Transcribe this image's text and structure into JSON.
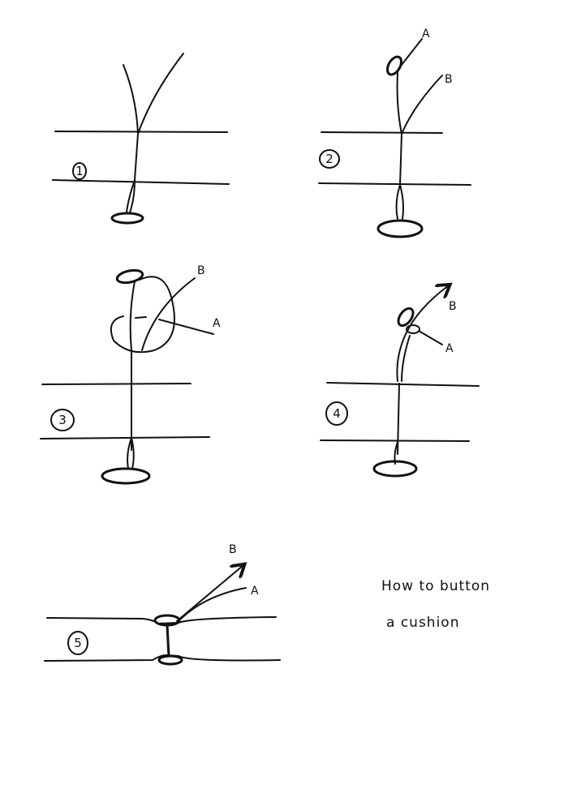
{
  "title_lines": [
    "How to button",
    "a cushion"
  ],
  "steps": [
    {
      "number": "1",
      "labels": []
    },
    {
      "number": "2",
      "labels": [
        "A",
        "B"
      ]
    },
    {
      "number": "3",
      "labels": [
        "B",
        "A"
      ]
    },
    {
      "number": "4",
      "labels": [
        "B",
        "A"
      ]
    },
    {
      "number": "5",
      "labels": [
        "B",
        "A"
      ]
    }
  ]
}
